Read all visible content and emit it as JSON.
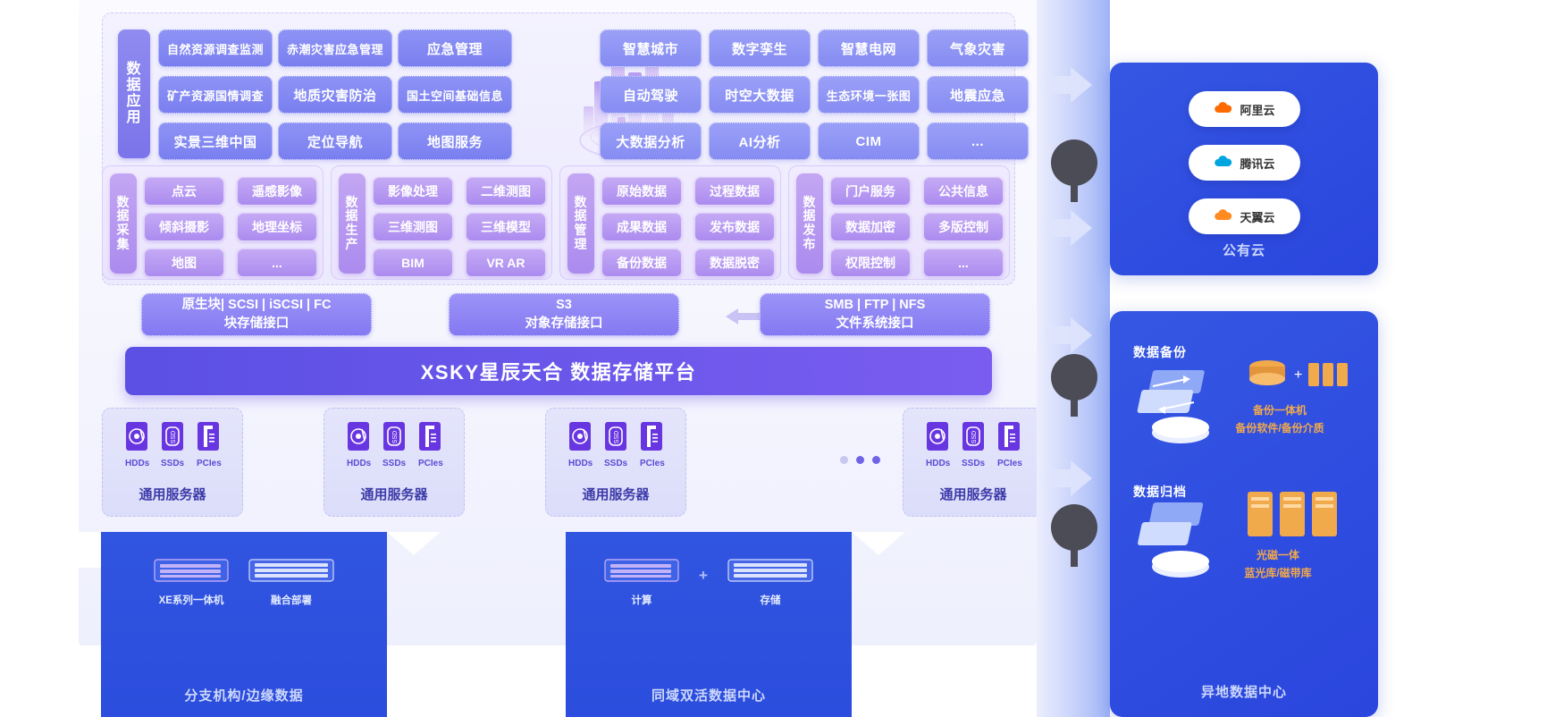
{
  "data_application": {
    "label": "数据应用",
    "left_rows": [
      [
        "自然资源调查监测",
        "赤潮灾害应急管理",
        "应急管理"
      ],
      [
        "矿产资源国情调查",
        "地质灾害防治",
        "国土空间基础信息"
      ],
      [
        "实景三维中国",
        "定位导航",
        "地图服务"
      ]
    ],
    "right_rows": [
      [
        "智慧城市",
        "数字孪生",
        "智慧电网",
        "气象灾害"
      ],
      [
        "自动驾驶",
        "时空大数据",
        "生态环境一张图",
        "地震应急"
      ],
      [
        "大数据分析",
        "AI分析",
        "CIM",
        "..."
      ]
    ]
  },
  "data_groups": [
    {
      "label": "数据采集",
      "items": [
        "点云",
        "遥感影像",
        "倾斜摄影",
        "地理坐标",
        "地图",
        "..."
      ]
    },
    {
      "label": "数据生产",
      "items": [
        "影像处理",
        "二维测图",
        "三维测图",
        "三维模型",
        "BIM",
        "VR AR"
      ]
    },
    {
      "label": "数据管理",
      "items": [
        "原始数据",
        "过程数据",
        "成果数据",
        "发布数据",
        "备份数据",
        "数据脱密"
      ]
    },
    {
      "label": "数据发布",
      "items": [
        "门户服务",
        "公共信息",
        "数据加密",
        "多版控制",
        "权限控制",
        "..."
      ]
    }
  ],
  "storage_interfaces": [
    {
      "line1": "原生块| SCSI | iSCSI | FC",
      "line2": "块存储接口"
    },
    {
      "line1": "S3",
      "line2": "对象存储接口"
    },
    {
      "line1": "SMB | FTP | NFS",
      "line2": "文件系统接口"
    }
  ],
  "platform": {
    "title": "XSKY星辰天合 数据存储平台"
  },
  "servers": {
    "disk_labels": [
      "HDDs",
      "SSDs",
      "PCIes"
    ],
    "nodes": [
      "通用服务器",
      "通用服务器",
      "通用服务器",
      "通用服务器"
    ]
  },
  "bottom": {
    "branch": {
      "title": "分支机构/边缘数据",
      "items": [
        {
          "caption": "XE系列一体机"
        },
        {
          "caption": "融合部署"
        }
      ]
    },
    "metro": {
      "title": "同域双活数据中心",
      "plus": "+",
      "items": [
        {
          "caption": "计算"
        },
        {
          "caption": "存储"
        }
      ]
    }
  },
  "public_cloud": {
    "title": "公有云",
    "clouds": [
      {
        "name": "阿里云",
        "accent": "#ff6a00"
      },
      {
        "name": "腾讯云",
        "accent": "#00a5e0"
      },
      {
        "name": "天翼云",
        "accent": "#ff8a1f"
      }
    ]
  },
  "remote_dc": {
    "title": "异地数据中心",
    "backup": {
      "heading": "数据备份",
      "plus": "+",
      "caption_line1": "备份一体机",
      "caption_line2": "备份软件/备份介质"
    },
    "archive": {
      "heading": "数据归档",
      "caption_line1": "光磁一体",
      "caption_line2": "蓝光库/磁带库"
    }
  },
  "colors": {
    "app_chip": "#8d93f5",
    "group_chip": "#b795f1",
    "interface_chip": "#8e86f4",
    "platform_bar": "#6a57ea",
    "panel_blue": "#2f4de0",
    "accent_orange": "#f0a94b"
  }
}
